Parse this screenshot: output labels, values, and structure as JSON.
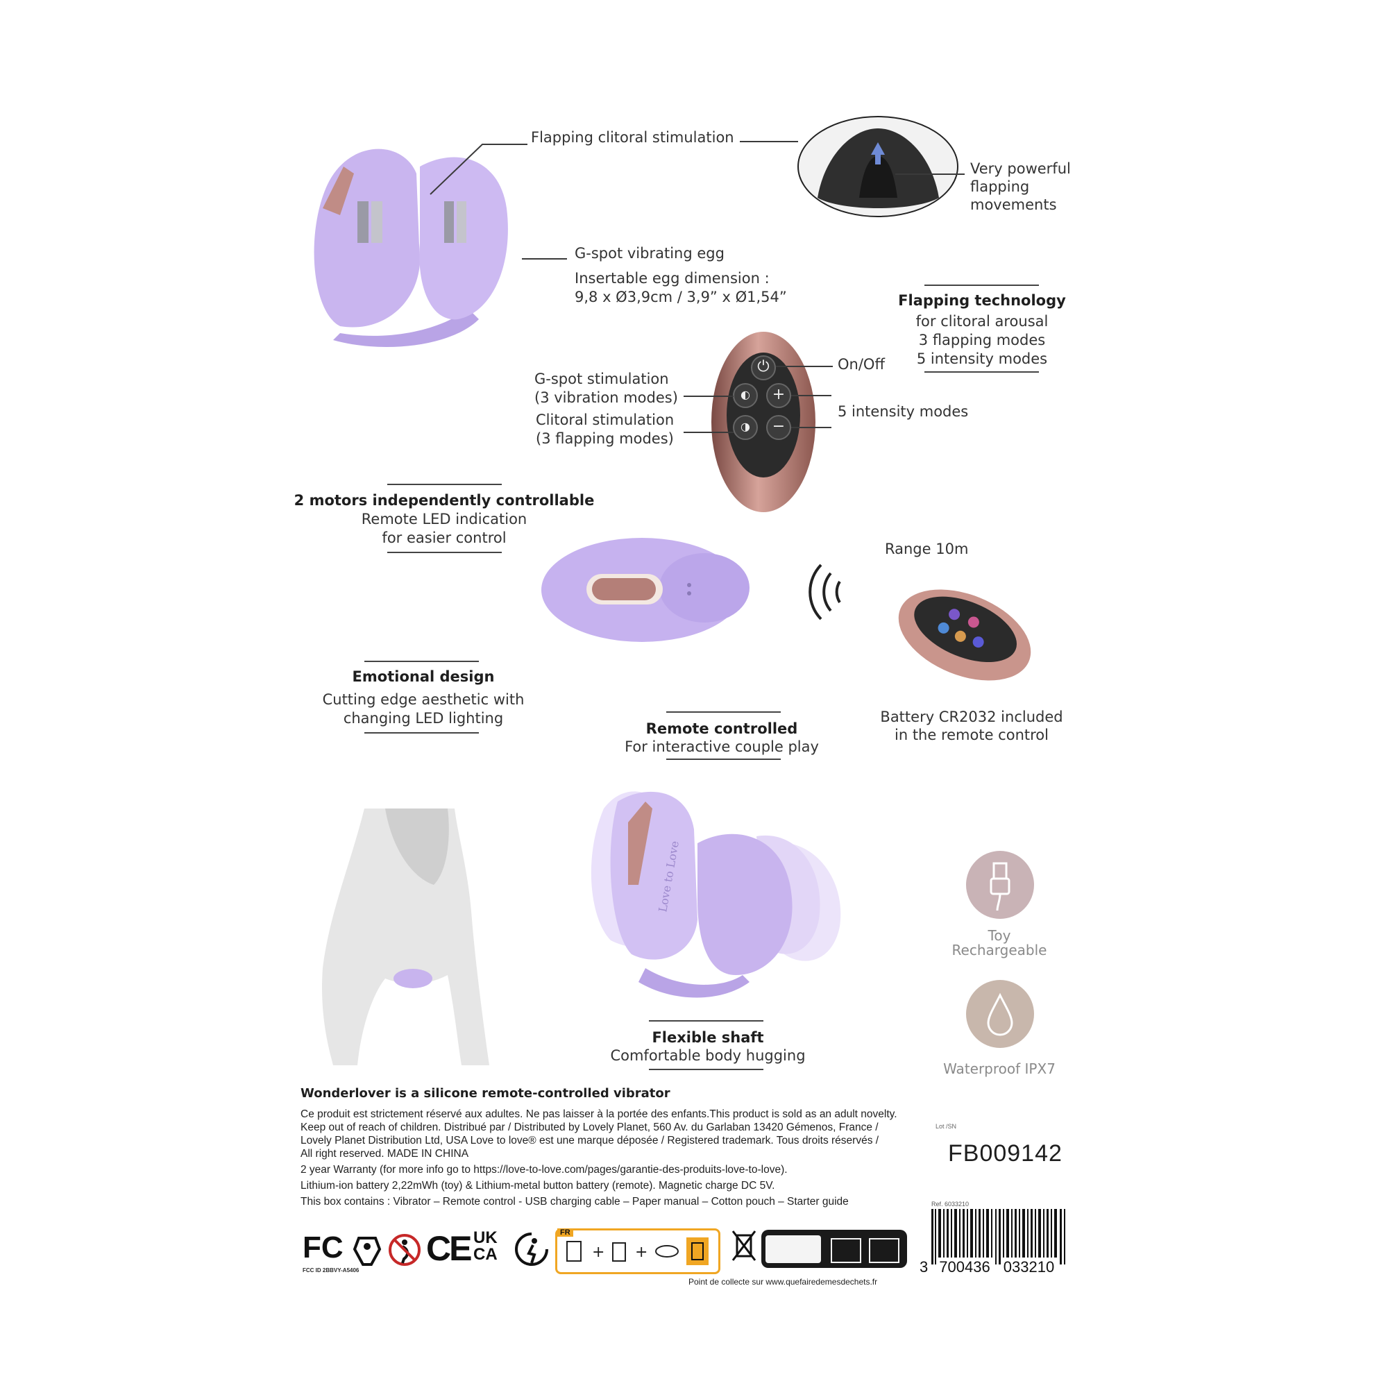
{
  "colors": {
    "lavender": "#c8b4ee",
    "lavender_dark": "#a994dc",
    "rose_gold": "#b9877f",
    "usb_circle": "#c9b3b6",
    "drop_circle": "#c8b7ac",
    "remote_black": "#2b2b2b"
  },
  "callouts": {
    "flapping_clitoral": "Flapping clitoral stimulation",
    "very_powerful": [
      "Very powerful",
      "flapping",
      "movements"
    ],
    "gspot_egg": "G-spot vibrating egg",
    "egg_dimension": [
      "Insertable egg dimension :",
      "9,8 x Ø3,9cm / 3,9” x Ø1,54”"
    ],
    "flapping_tech": {
      "title": "Flapping technology",
      "lines": [
        "for clitoral arousal",
        "3 flapping modes",
        "5 intensity modes"
      ]
    },
    "on_off": "On/Off",
    "intensity": "5 intensity modes",
    "gspot_stim": [
      "G-spot stimulation",
      "(3 vibration modes)"
    ],
    "clitoral_stim": [
      "Clitoral stimulation",
      "(3 flapping modes)"
    ],
    "motors": {
      "title": "2 motors independently controllable",
      "lines": [
        "Remote LED indication",
        "for easier control"
      ]
    },
    "range": "Range 10m",
    "emotional": {
      "title": "Emotional design",
      "lines": [
        "Cutting edge aesthetic with",
        "changing LED lighting"
      ]
    },
    "remote_controlled": {
      "title": "Remote controlled",
      "line": "For interactive couple play"
    },
    "battery": [
      "Battery CR2032 included",
      "in the remote control"
    ],
    "flexible": {
      "title": "Flexible shaft",
      "line": "Comfortable body hugging"
    }
  },
  "icons": {
    "usb": {
      "name": "usb-plug-icon",
      "caption": [
        "Toy",
        "Rechargeable"
      ]
    },
    "drop": {
      "name": "water-drop-icon",
      "caption": [
        "Waterproof IPX7"
      ]
    }
  },
  "product_brand": "Love to Love",
  "legal": {
    "title": "Wonderlover is a silicone remote-controlled vibrator",
    "lines": [
      "Ce produit est strictement réservé aux adultes. Ne pas laisser à la portée des enfants.This product is sold as an adult novelty.",
      "Keep out of reach of children. Distribué par / Distributed by Lovely Planet, 560 Av. du Garlaban 13420 Gémenos, France /",
      "Lovely Planet Distribution Ltd, USA Love to love® est une marque déposée  / Registered trademark. Tous droits réservés /",
      "All right reserved. MADE IN CHINA",
      "2 year Warranty (for more info go to https://love-to-love.com/pages/garantie-des-produits-love-to-love).",
      "Lithium-ion battery 2,22mWh (toy) & Lithium-metal button battery (remote). Magnetic charge DC 5V.",
      "This box contains : Vibrator – Remote control - USB charging cable – Paper manual – Cotton pouch – Starter guide"
    ]
  },
  "codes": {
    "lot_label": "Lot /SN",
    "lot": "FB009142",
    "ref_label": "Ref. 6033210",
    "ean_left": "3",
    "ean_mid": "700436",
    "ean_right": "033210"
  },
  "logos": {
    "fc": "FC",
    "fcc_id": "FCC ID 2BBVY-A5406",
    "ce": "CE",
    "ukca_top": "UK",
    "ukca_bottom": "CA",
    "fr": "FR",
    "collect": "Point de collecte sur www.quefairedemesdechets.fr"
  }
}
